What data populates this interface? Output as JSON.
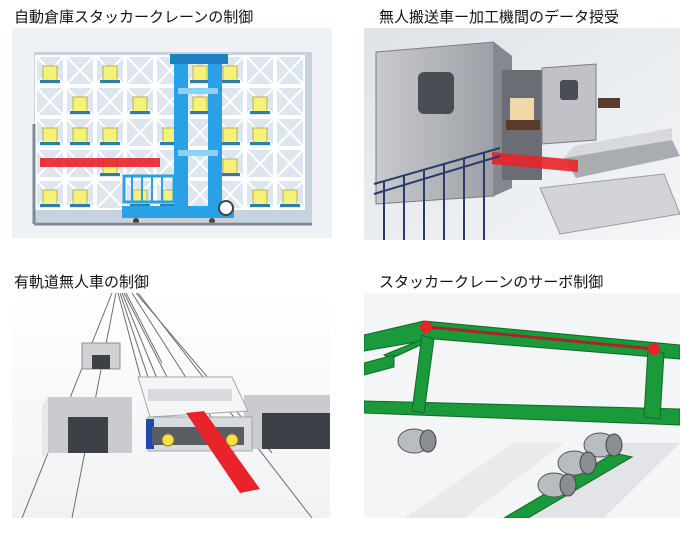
{
  "panels": [
    {
      "caption": "自動倉庫スタッカークレーンの制御",
      "icon": "stacker-crane-warehouse-illustration"
    },
    {
      "caption": "無人搬送車ー加工機間のデータ授受",
      "icon": "agv-machine-data-transfer-illustration"
    },
    {
      "caption": "有軌道無人車の制御",
      "icon": "rail-guided-vehicle-illustration"
    },
    {
      "caption": "スタッカークレーンのサーボ制御",
      "icon": "stacker-crane-servo-illustration"
    }
  ],
  "colors": {
    "rack_gray": "#b8c8d6",
    "crane_blue": "#2aa0e6",
    "laser_red": "#e8232a",
    "box_yellow": "#f6f178",
    "frame_green": "#1a9a3a",
    "machine_gray": "#a8aab0"
  }
}
